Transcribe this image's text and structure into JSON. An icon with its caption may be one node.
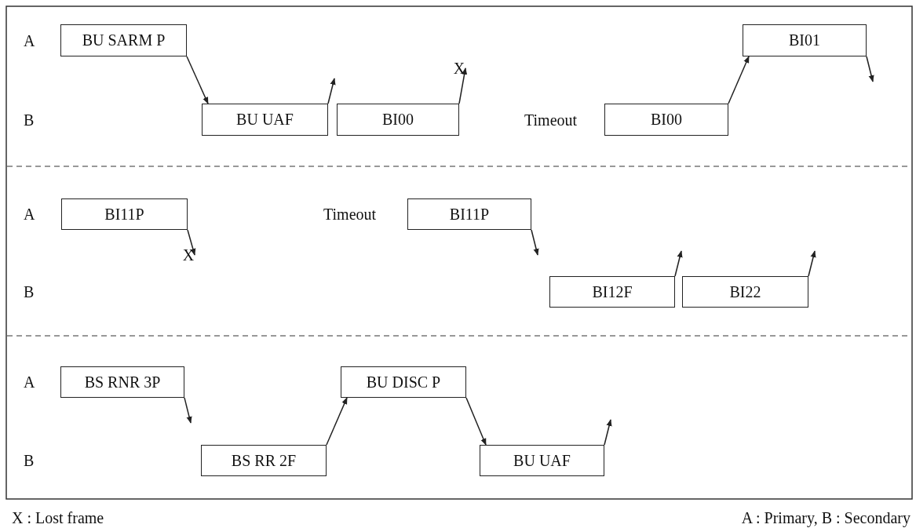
{
  "diagram": {
    "nodes": [
      {
        "text": [
          "BU SARM P"
        ]
      },
      {
        "text": [
          "BI01"
        ]
      },
      {
        "text": [
          "BU UAF"
        ]
      },
      {
        "text": [
          "BI00"
        ]
      },
      {
        "text": [
          "BI00"
        ],
        "beside": [
          "Timeout"
        ]
      },
      {
        "text": [
          "BI11P"
        ]
      },
      {
        "text": [
          "BI11P"
        ],
        "beside": [
          "Timeout"
        ]
      },
      {
        "text": [
          "BI12F"
        ]
      },
      {
        "text": [
          "BI22"
        ]
      },
      {
        "text": [
          "BS RNR 3P"
        ]
      },
      {
        "text": [
          "BU DISC P"
        ]
      },
      {
        "text": [
          "BS RR 2F"
        ]
      },
      {
        "text": [
          "BU UAF"
        ]
      },
      {
        "text": [
          "X"
        ]
      },
      {
        "text": [
          "X"
        ]
      }
    ],
    "edges": [
      {
        "from": 0,
        "to": 2,
        "arrow": "to"
      },
      {
        "from": 1,
        "to": null,
        "arrow": "to"
      },
      {
        "from": 2,
        "to": null,
        "arrow": "to"
      },
      {
        "from": 3,
        "to": 13,
        "arrow": "to"
      },
      {
        "from": 4,
        "to": 1,
        "arrow": "to"
      },
      {
        "from": 5,
        "to": 14,
        "arrow": "to"
      },
      {
        "from": 6,
        "to": null,
        "arrow": "to"
      },
      {
        "from": 7,
        "to": null,
        "arrow": "to"
      },
      {
        "from": 8,
        "to": null,
        "arrow": "to"
      },
      {
        "from": 9,
        "to": null,
        "arrow": "to"
      },
      {
        "from": 10,
        "to": 12,
        "arrow": "to"
      },
      {
        "from": 11,
        "to": 10,
        "arrow": "to"
      },
      {
        "from": 12,
        "to": null,
        "arrow": "to"
      }
    ],
    "labels": [
      "A",
      "B",
      "A",
      "B",
      "A",
      "B",
      "X : Lost frame",
      "A : Primary, B : Secondary"
    ]
  }
}
